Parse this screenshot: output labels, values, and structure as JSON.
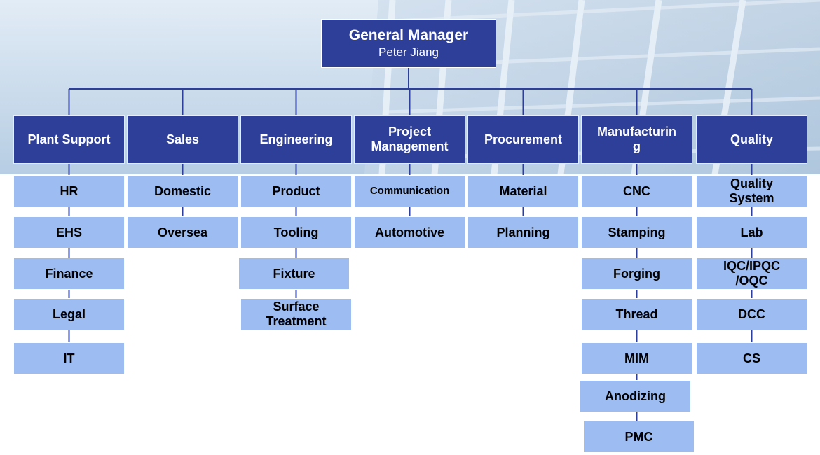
{
  "colors": {
    "department": "#2e3f99",
    "child": "#9dbdf2",
    "connector": "#2e3f99",
    "sky_top": "#dce9f4",
    "sky_bottom": "#b8cfe4"
  },
  "general_manager": {
    "title": "General Manager",
    "name": "Peter Jiang"
  },
  "departments": [
    {
      "name": "Plant Support",
      "children": [
        "HR",
        "EHS",
        "Finance",
        "Legal",
        "IT"
      ]
    },
    {
      "name": "Sales",
      "children": [
        "Domestic",
        "Oversea"
      ]
    },
    {
      "name": "Engineering",
      "children": [
        "Product",
        "Tooling",
        "Fixture",
        "Surface\nTreatment"
      ]
    },
    {
      "name": "Project\nManagement",
      "children": [
        "Communication",
        "Automotive"
      ]
    },
    {
      "name": "Procurement",
      "children": [
        "Material",
        "Planning"
      ]
    },
    {
      "name": "Manufacturin\ng",
      "children": [
        "CNC",
        "Stamping",
        "Forging",
        "Thread",
        "MIM",
        "Anodizing",
        "PMC"
      ]
    },
    {
      "name": "Quality",
      "children": [
        "Quality\nSystem",
        "Lab",
        "IQC/IPQC\n/OQC",
        "DCC",
        "CS"
      ]
    }
  ]
}
